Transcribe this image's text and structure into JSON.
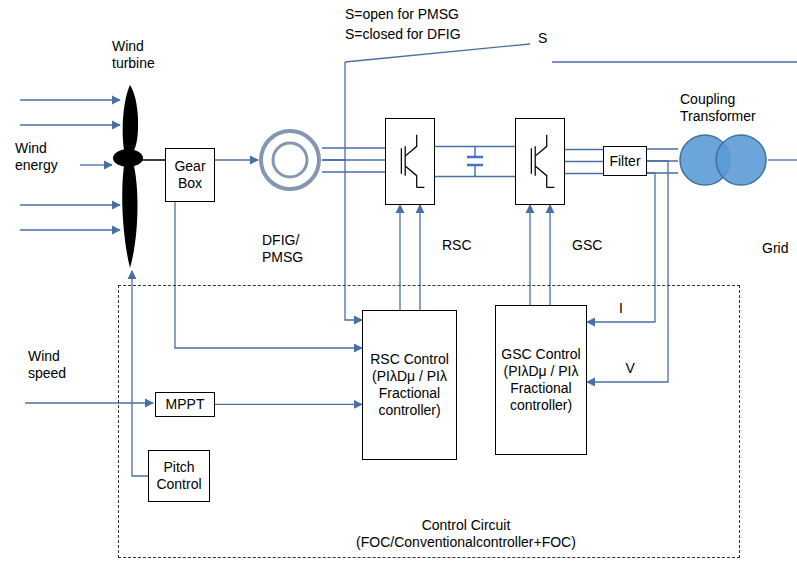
{
  "diagram": {
    "nodes": [
      {
        "text": [
          "Gear Box"
        ]
      },
      {
        "text": [
          "DFIG/ PMSG"
        ]
      },
      {
        "text": [
          "RSC"
        ]
      },
      {
        "text": [
          "GSC"
        ]
      },
      {
        "text": [
          "Filter"
        ]
      },
      {
        "text": [
          "Coupling Transformer"
        ]
      },
      {
        "text": [
          "Control Circuit (FOC/Conventionalcontroller+FOC)"
        ]
      },
      {
        "text": [
          "RSC Control (PIλDμ / PIλ Fractional controller)"
        ],
        "in": 6
      },
      {
        "text": [
          "GSC Control (PIλDμ / PIλ Fractional controller)"
        ],
        "in": 6
      },
      {
        "text": [
          "MPPT"
        ],
        "in": 6
      },
      {
        "text": [
          "Pitch Control"
        ],
        "in": 6
      }
    ],
    "edges": [
      {
        "from": 0,
        "to": 1,
        "arrow": "to"
      },
      {
        "from": 1,
        "to": 2,
        "arrow": "none"
      },
      {
        "from": 2,
        "to": 3,
        "arrow": "none"
      },
      {
        "from": 3,
        "to": 4,
        "arrow": "none"
      },
      {
        "from": 4,
        "to": 5,
        "arrow": "none"
      },
      {
        "from": 0,
        "to": 7,
        "arrow": "to"
      },
      {
        "from": 1,
        "to": 7,
        "arrow": "to"
      },
      {
        "from": 9,
        "to": 7,
        "arrow": "to"
      },
      {
        "from": 7,
        "to": 2,
        "arrow": "to"
      },
      {
        "from": 7,
        "to": 2,
        "arrow": "to"
      },
      {
        "from": 8,
        "to": 3,
        "arrow": "to"
      },
      {
        "from": 8,
        "to": 3,
        "arrow": "to"
      },
      {
        "from": 4,
        "to": 8,
        "label": "I",
        "arrow": "to"
      },
      {
        "from": 4,
        "to": 8,
        "label": "V",
        "arrow": "to"
      }
    ],
    "labels": [
      "Wind turbine",
      "Wind energy",
      "S=open for PMSG",
      "S=closed for DFIG",
      "S",
      "Grid",
      "Wind speed"
    ]
  }
}
